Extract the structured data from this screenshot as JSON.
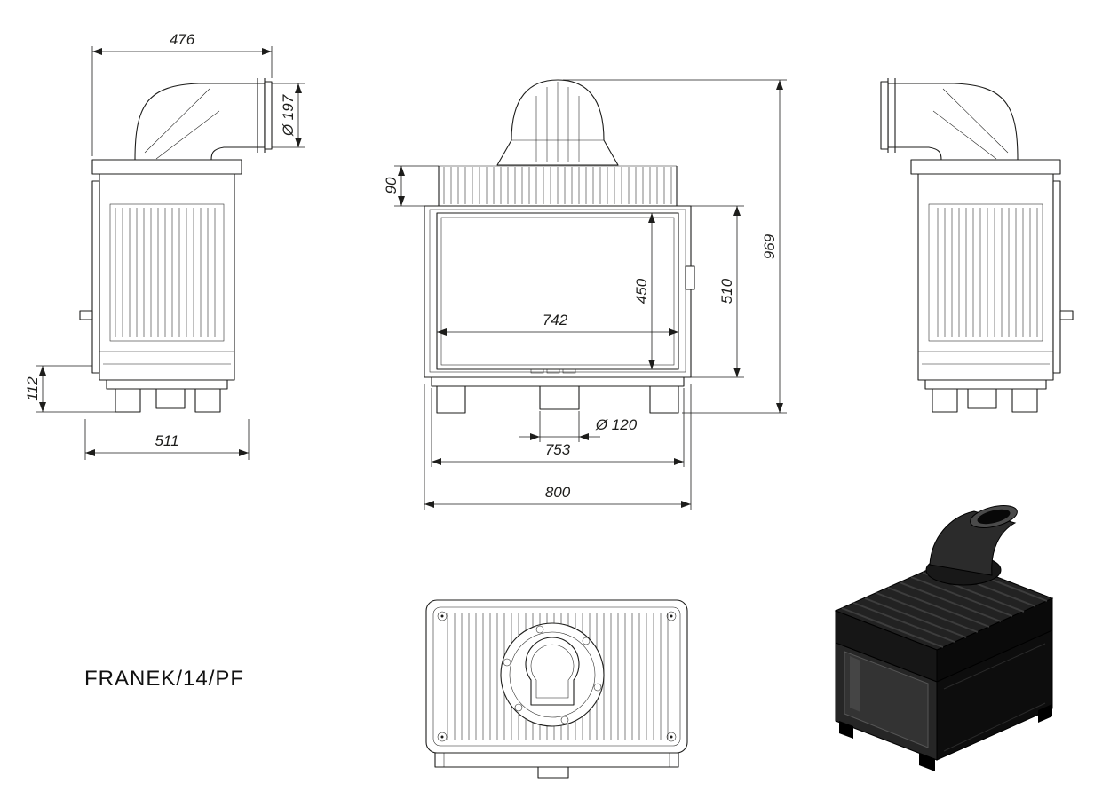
{
  "drawing": {
    "model": "FRANEK/14/PF",
    "dims": {
      "depth_with_flue": "476",
      "flue_diameter": "Ø 197",
      "plinth_height": "112",
      "body_depth": "511",
      "exchanger_height": "90",
      "total_height": "969",
      "door_height": "510",
      "glass_height": "450",
      "glass_width": "742",
      "outlet_diameter": "Ø 120",
      "base_width": "753",
      "total_width": "800"
    },
    "views": [
      "left-side-view",
      "front-view",
      "right-side-view",
      "top-view",
      "iso-3d-view"
    ],
    "line_color": "#1d1d1b",
    "background": "#ffffff"
  }
}
